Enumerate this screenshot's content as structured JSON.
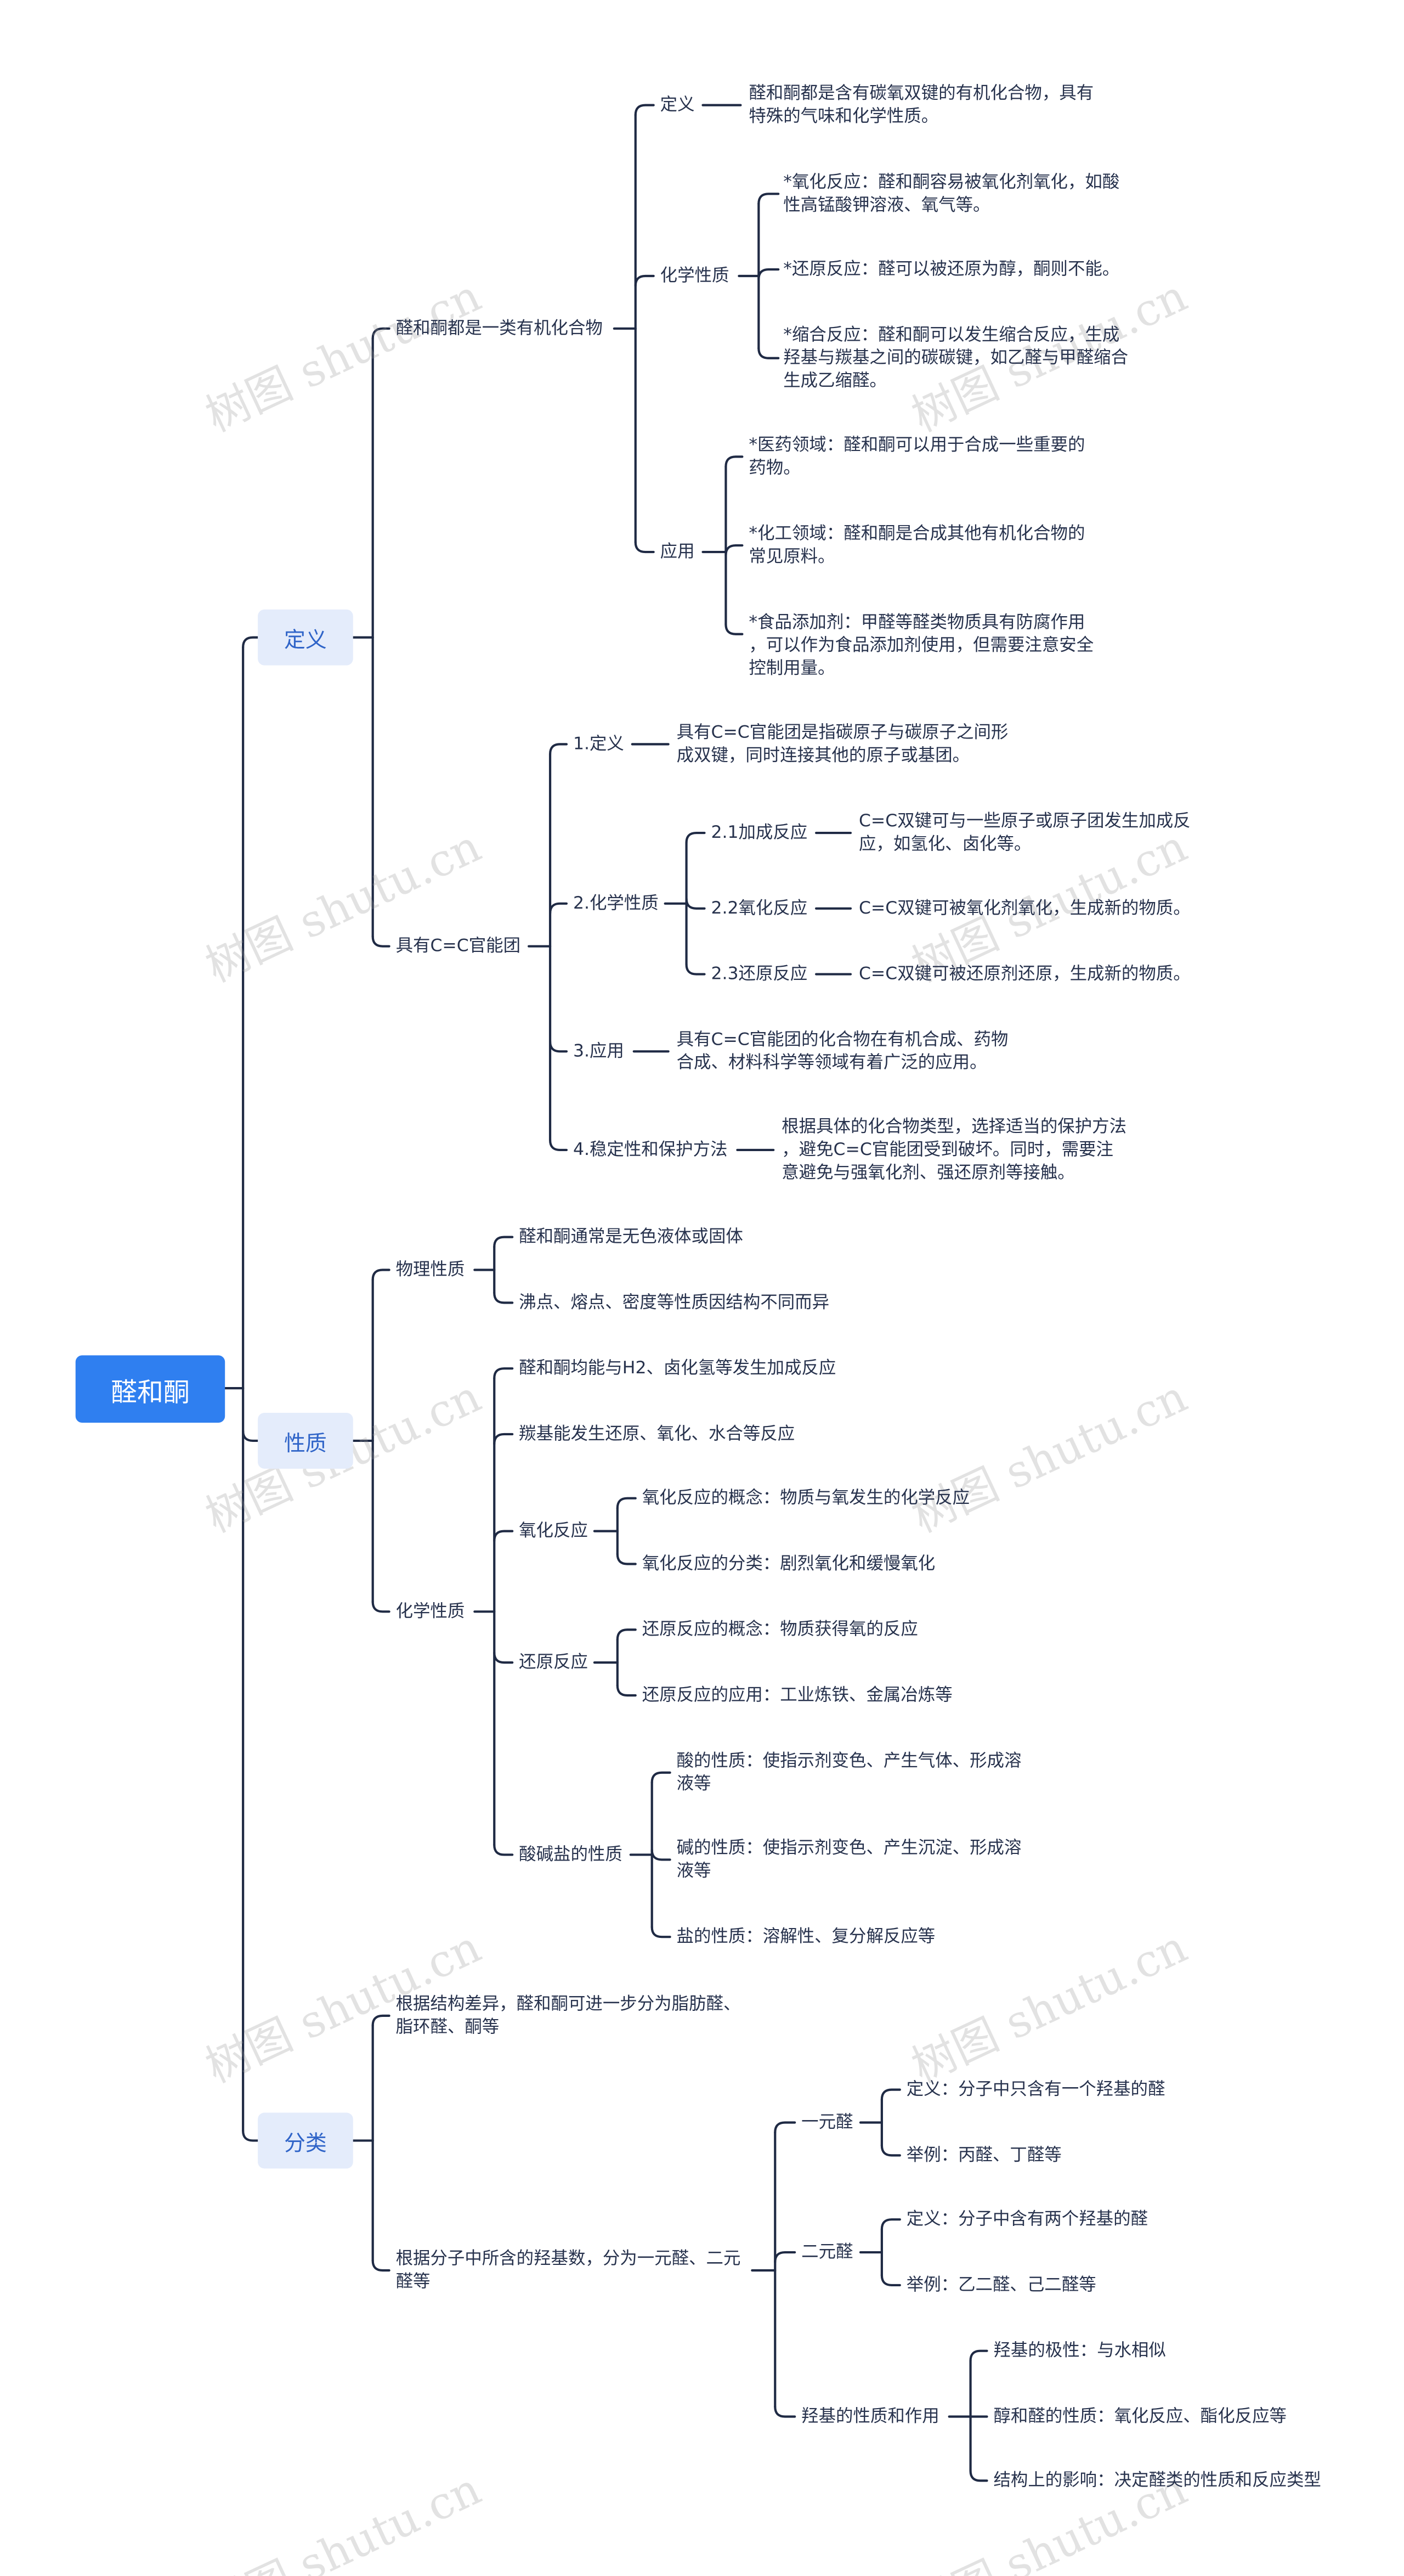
{
  "root": "醛和酮",
  "watermark": "树图 shutu.cn",
  "branches": {
    "def": {
      "label": "定义",
      "a": {
        "label": "醛和酮都是一类有机化合物",
        "def": {
          "label": "定义",
          "text": [
            "醛和酮都是含有碳氧双键的有机化合物，具有",
            "特殊的气味和化学性质。"
          ]
        },
        "chem": {
          "label": "化学性质",
          "items": [
            [
              "*氧化反应：醛和酮容易被氧化剂氧化，如酸",
              "性高锰酸钾溶液、氧气等。"
            ],
            [
              "*还原反应：醛可以被还原为醇，酮则不能。"
            ],
            [
              "*缩合反应：醛和酮可以发生缩合反应，生成",
              "羟基与羰基之间的碳碳键，如乙醛与甲醛缩合",
              "生成乙缩醛。"
            ]
          ]
        },
        "app": {
          "label": "应用",
          "items": [
            [
              "*医药领域：醛和酮可以用于合成一些重要的",
              "药物。"
            ],
            [
              "*化工领域：醛和酮是合成其他有机化合物的",
              "常见原料。"
            ],
            [
              "*食品添加剂：甲醛等醛类物质具有防腐作用",
              "，可以作为食品添加剂使用，但需要注意安全",
              "控制用量。"
            ]
          ]
        }
      },
      "b": {
        "label": "具有C=C官能团",
        "d1": {
          "label": "1.定义",
          "text": [
            "具有C=C官能团是指碳原子与碳原子之间形",
            "成双键，同时连接其他的原子或基团。"
          ]
        },
        "d2": {
          "label": "2.化学性质",
          "r1": {
            "label": "2.1加成反应",
            "text": [
              "C=C双键可与一些原子或原子团发生加成反",
              "应，如氢化、卤化等。"
            ]
          },
          "r2": {
            "label": "2.2氧化反应",
            "text": [
              "C=C双键可被氧化剂氧化，生成新的物质。"
            ]
          },
          "r3": {
            "label": "2.3还原反应",
            "text": [
              "C=C双键可被还原剂还原，生成新的物质。"
            ]
          }
        },
        "d3": {
          "label": "3.应用",
          "text": [
            "具有C=C官能团的化合物在有机合成、药物",
            "合成、材料科学等领域有着广泛的应用。"
          ]
        },
        "d4": {
          "label": "4.稳定性和保护方法",
          "text": [
            "根据具体的化合物类型，选择适当的保护方法",
            "，避免C=C官能团受到破坏。同时，需要注",
            "意避免与强氧化剂、强还原剂等接触。"
          ]
        }
      }
    },
    "prop": {
      "label": "性质",
      "phys": {
        "label": "物理性质",
        "items": [
          "醛和酮通常是无色液体或固体",
          "沸点、熔点、密度等性质因结构不同而异"
        ]
      },
      "chem": {
        "label": "化学性质",
        "i1": "醛和酮均能与H2、卤化氢等发生加成反应",
        "i2": "羰基能发生还原、氧化、水合等反应",
        "ox": {
          "label": "氧化反应",
          "items": [
            "氧化反应的概念：物质与氧发生的化学反应",
            "氧化反应的分类：剧烈氧化和缓慢氧化"
          ]
        },
        "red": {
          "label": "还原反应",
          "items": [
            "还原反应的概念：物质获得氧的反应",
            "还原反应的应用：工业炼铁、金属冶炼等"
          ]
        },
        "abs": {
          "label": "酸碱盐的性质",
          "items": [
            [
              "酸的性质：使指示剂变色、产生气体、形成溶",
              "液等"
            ],
            [
              "碱的性质：使指示剂变色、产生沉淀、形成溶",
              "液等"
            ],
            [
              "盐的性质：溶解性、复分解反应等"
            ]
          ]
        }
      }
    },
    "cls": {
      "label": "分类",
      "a": [
        "根据结构差异，醛和酮可进一步分为脂肪醛、",
        "脂环醛、酮等"
      ],
      "b": {
        "label": [
          "根据分子中所含的羟基数，分为一元醛、二元",
          "醛等"
        ],
        "one": {
          "label": "一元醛",
          "items": [
            "定义：分子中只含有一个羟基的醛",
            "举例：丙醛、丁醛等"
          ]
        },
        "two": {
          "label": "二元醛",
          "items": [
            "定义：分子中含有两个羟基的醛",
            "举例：乙二醛、己二醛等"
          ]
        },
        "oh": {
          "label": "羟基的性质和作用",
          "items": [
            "羟基的极性：与水相似",
            "醇和醛的性质：氧化反应、酯化反应等",
            "结构上的影响：决定醛类的性质和反应类型"
          ]
        }
      }
    }
  }
}
